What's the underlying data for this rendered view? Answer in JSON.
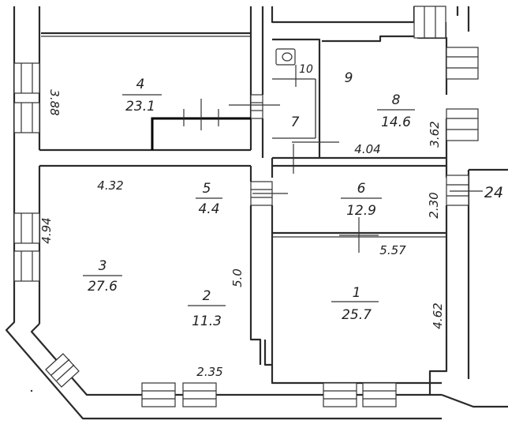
{
  "rooms": {
    "r1": {
      "number": "1",
      "area": "25.7"
    },
    "r2": {
      "number": "2",
      "area": "11.3"
    },
    "r3": {
      "number": "3",
      "area": "27.6"
    },
    "r4": {
      "number": "4",
      "area": "23.1"
    },
    "r5": {
      "number": "5",
      "area": "4.4"
    },
    "r6": {
      "number": "6",
      "area": "12.9"
    },
    "r7": {
      "number": "7"
    },
    "r8": {
      "number": "8",
      "area": "14.6"
    },
    "r9": {
      "number": "9"
    },
    "r10": {
      "number": "10"
    }
  },
  "dimensions": {
    "d_388": "3.88",
    "d_432": "4.32",
    "d_494": "4.94",
    "d_50": "5.0",
    "d_235": "2.35",
    "d_557": "5.57",
    "d_462": "4.62",
    "d_230": "2.30",
    "d_404": "4.04",
    "d_362": "3.62"
  },
  "annotations": {
    "side_number": "24"
  }
}
